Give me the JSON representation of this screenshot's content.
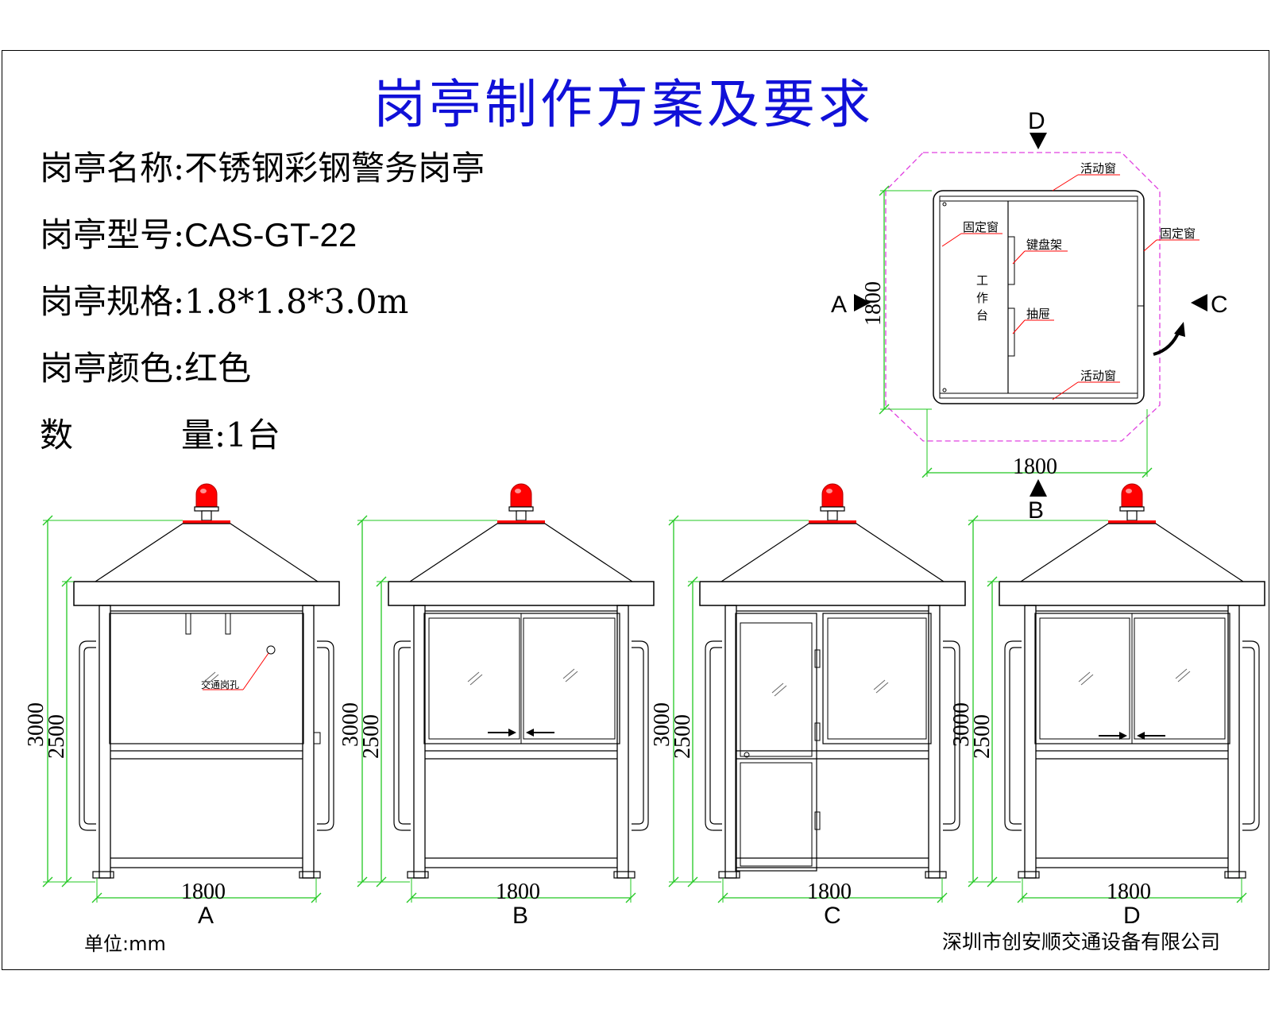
{
  "title": "岗亭制作方案及要求",
  "specs": [
    {
      "label": "岗亭名称:",
      "value": "不锈钢彩钢警务岗亭"
    },
    {
      "label": "岗亭型号:",
      "value": "CAS-GT-22"
    },
    {
      "label": "岗亭规格:",
      "value": "1.8*1.8*3.0m"
    },
    {
      "label": "岗亭颜色:",
      "value": "红色"
    }
  ],
  "quantity": {
    "label_a": "数",
    "label_b": "量:",
    "value": "1台"
  },
  "plan": {
    "dim_width": "1800",
    "dim_depth": "1800",
    "arrow_a": "A",
    "arrow_b": "B",
    "arrow_c": "C",
    "arrow_d": "D",
    "label_sliding_top": "活动窗",
    "label_sliding_bottom": "活动窗",
    "label_fixed_left": "固定窗",
    "label_fixed_right": "固定窗",
    "label_keyboard": "键盘架",
    "label_drawer": "抽屉",
    "label_desk_1": "工",
    "label_desk_2": "作",
    "label_desk_3": "台"
  },
  "elevations": [
    {
      "view": "A",
      "width": "1800",
      "total_height": "3000",
      "body_height": "2500",
      "note": "交通岗孔"
    },
    {
      "view": "B",
      "width": "1800",
      "total_height": "3000",
      "body_height": "2500"
    },
    {
      "view": "C",
      "width": "1800",
      "total_height": "3000",
      "body_height": "2500"
    },
    {
      "view": "D",
      "width": "1800",
      "total_height": "3000",
      "body_height": "2500"
    }
  ],
  "footer": {
    "unit": "单位:mm",
    "company": "深圳市创安顺交通设备有限公司"
  },
  "colors": {
    "title": "#1010d8",
    "dimension": "#22c822",
    "light": "#ff0000",
    "outline": "#e040e0",
    "leader": "#ff0000"
  }
}
